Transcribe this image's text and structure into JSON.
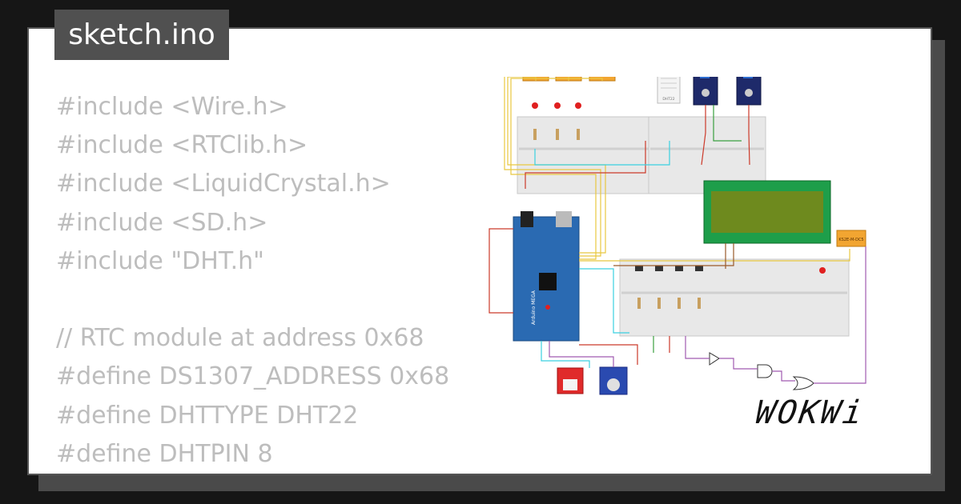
{
  "title": "sketch.ino",
  "code_lines": [
    "#include <Wire.h>",
    "#include <RTClib.h>",
    "#include <LiquidCrystal.h>",
    "#include <SD.h>",
    "#include \"DHT.h\"",
    "",
    "// RTC module at address 0x68",
    "#define DS1307_ADDRESS 0x68",
    "#define DHTTYPE DHT22",
    "#define DHTPIN 8"
  ],
  "brand": "WOKWi",
  "diagram": {
    "relay_label": "KS2E-M-DC5",
    "dht_label": "DHT22",
    "arduino_label": "Arduino MEGA",
    "colors": {
      "breadboard": "#e8e8e8",
      "arduino": "#2a6ab2",
      "lcd_frame": "#1e9e4a",
      "lcd_screen": "#6e8a1e",
      "relay": "#f2a531",
      "sensor_board": "#1e2a6a",
      "wire_yellow": "#e8c840",
      "wire_red": "#cc3a2a",
      "wire_cyan": "#3ad0e0",
      "wire_brown": "#9a5a2a",
      "wire_purple": "#a05ab0",
      "wire_green": "#3aa040"
    }
  }
}
